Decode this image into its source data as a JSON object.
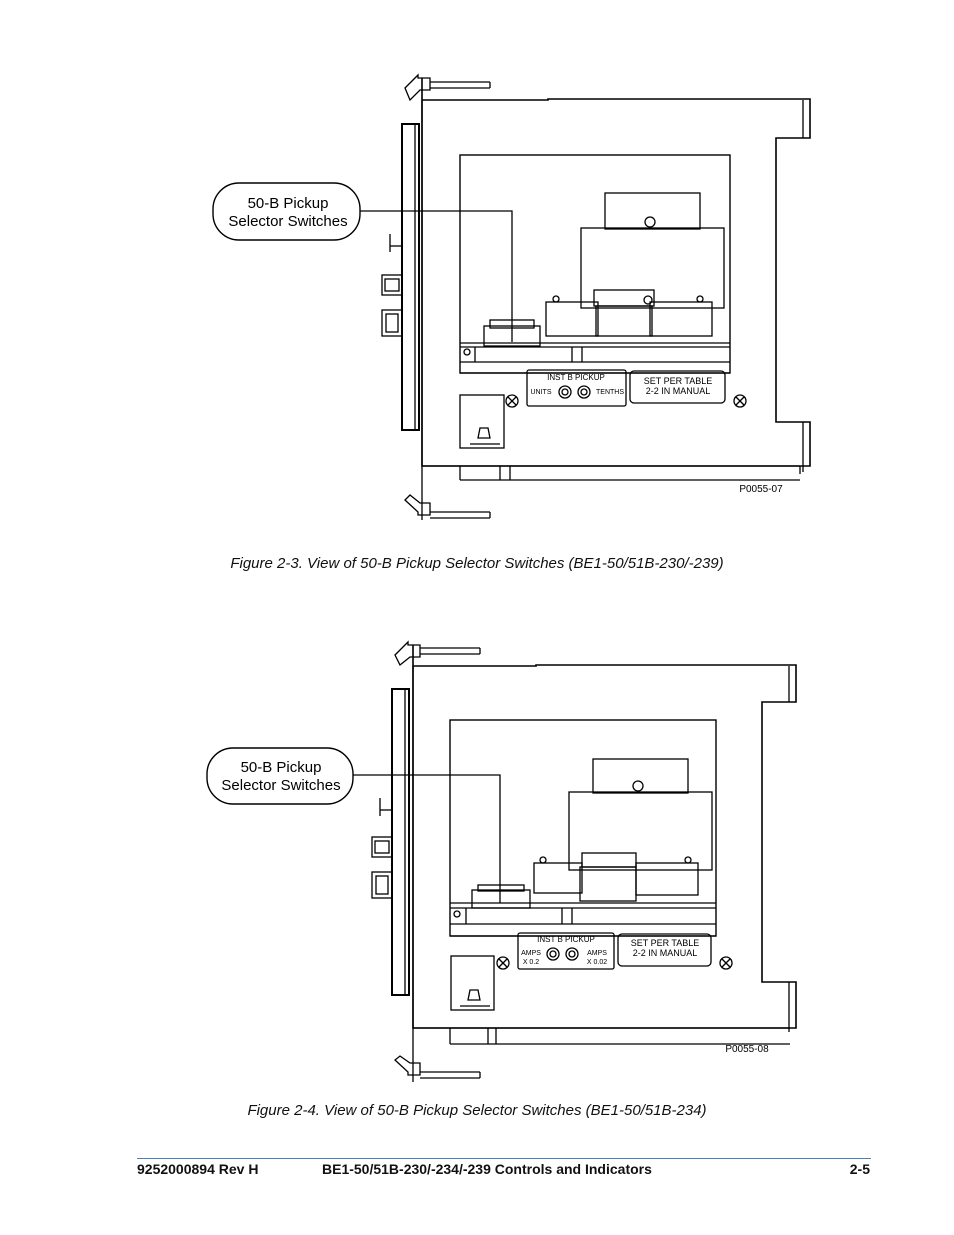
{
  "figures": [
    {
      "callout_line1": "50-B Pickup",
      "callout_line2": "Selector Switches",
      "panel_label1_title": "INST B    PICKUP",
      "panel_label1_left": "UNITS",
      "panel_label1_right": "TENTHS",
      "panel_label2_line1": "SET PER TABLE",
      "panel_label2_line2": "2-2 IN MANUAL",
      "drawing_id": "P0055-07",
      "caption": "Figure 2-3. View of 50-B Pickup Selector Switches (BE1-50/51B-230/-239)"
    },
    {
      "callout_line1": "50-B Pickup",
      "callout_line2": "Selector Switches",
      "panel_label1_title": "INST B    PICKUP",
      "panel_label1_left_a": "AMPS",
      "panel_label1_left_b": "X 0.2",
      "panel_label1_right_a": "AMPS",
      "panel_label1_right_b": "X 0.02",
      "panel_label2_line1": "SET PER TABLE",
      "panel_label2_line2": "2-2 IN MANUAL",
      "drawing_id": "P0055-08",
      "caption": "Figure 2-4. View of 50-B Pickup Selector Switches (BE1-50/51B-234)"
    }
  ],
  "footer": {
    "doc_number": "9252000894 Rev H",
    "title": "BE1-50/51B-230/-234/-239 Controls and Indicators",
    "page": "2-5"
  },
  "colors": {
    "rule": "#4a7fc0"
  }
}
